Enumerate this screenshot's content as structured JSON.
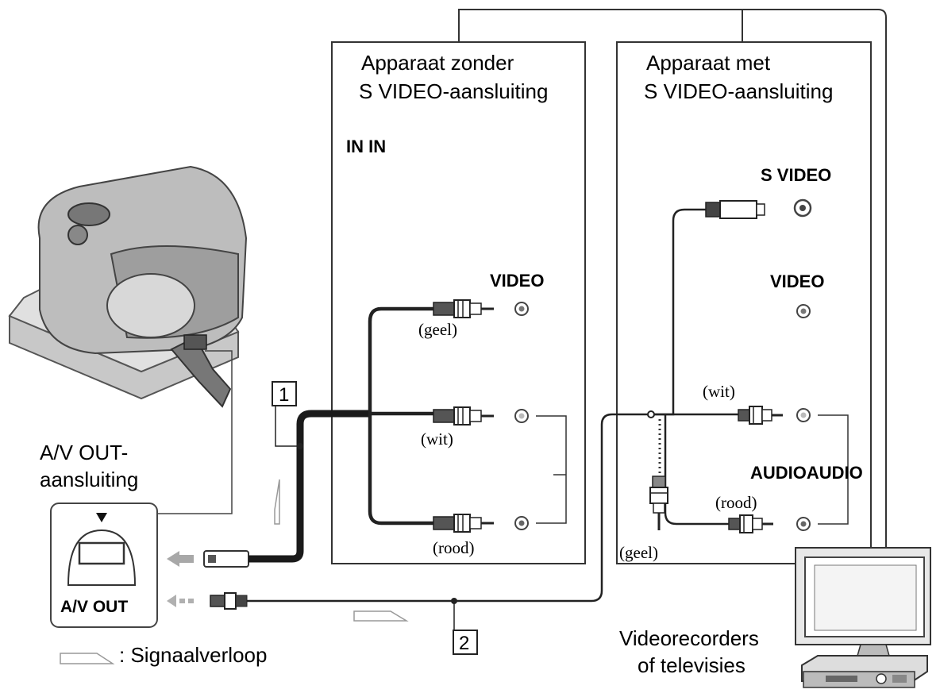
{
  "device_without_svideo": {
    "title_line1": "Apparaat zonder",
    "title_line2": "S VIDEO-aansluiting",
    "input_label": "IN IN",
    "video_label": "VIDEO",
    "plug_yellow": "(geel)",
    "plug_white": "(wit)",
    "plug_red": "(rood)"
  },
  "device_with_svideo": {
    "title_line1": "Apparaat met",
    "title_line2": "S VIDEO-aansluiting",
    "svideo_label": "S VIDEO",
    "video_label": "VIDEO",
    "audio_label": "AUDIOAUDIO",
    "plug_white": "(wit)",
    "plug_red": "(rood)",
    "plug_yellow": "(geel)"
  },
  "camera": {
    "jack_label_line1": "A/V OUT-",
    "jack_label_line2": "aansluiting",
    "jack_name": "A/V OUT"
  },
  "cables": {
    "cable1_number": "1",
    "cable2_number": "2"
  },
  "legend": {
    "signal_flow": ": Signaalverloop"
  },
  "recorders": {
    "label_line1": "Videorecorders",
    "label_line2": "of televisies"
  },
  "colors": {
    "line": "#1a1a1a",
    "cable": "#222222",
    "arrow_gray": "#9a9a9a",
    "device_gray": "#b8b8b8",
    "device_dark": "#6e6e6e"
  }
}
